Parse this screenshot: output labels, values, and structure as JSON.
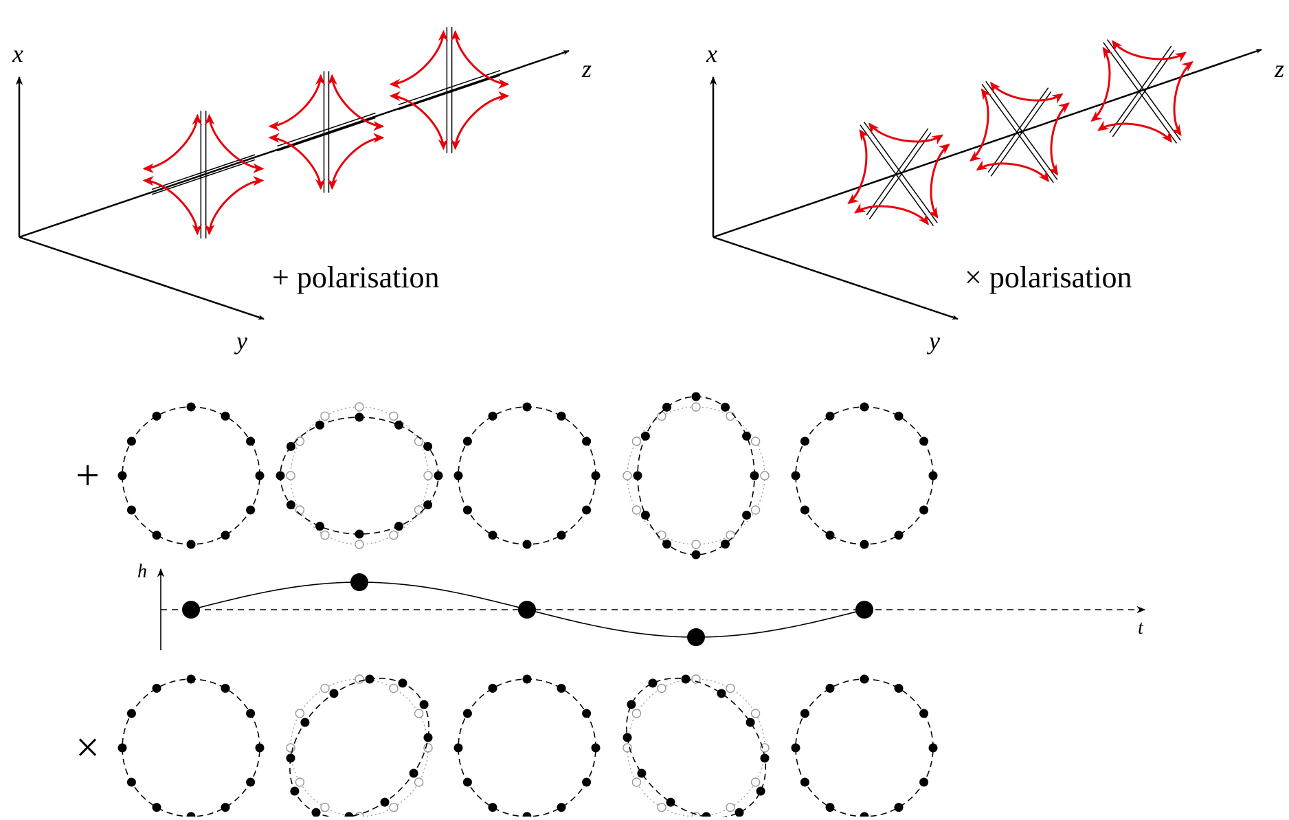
{
  "panels": [
    {
      "id": "plus",
      "axis_labels": {
        "x": "x",
        "y": "y",
        "z": "z"
      },
      "caption": "+ polarisation"
    },
    {
      "id": "cross",
      "axis_labels": {
        "x": "x",
        "y": "y",
        "z": "z"
      },
      "caption": "× polarisation"
    }
  ],
  "rows": {
    "plus_symbol": "+",
    "cross_symbol": "×"
  },
  "timeline": {
    "h_label": "h",
    "t_label": "t",
    "samples_h": [
      0,
      1,
      0,
      -1,
      0
    ]
  },
  "colors": {
    "field_lines": "#e8000b",
    "ink": "#000000",
    "ghost": "#999999"
  }
}
